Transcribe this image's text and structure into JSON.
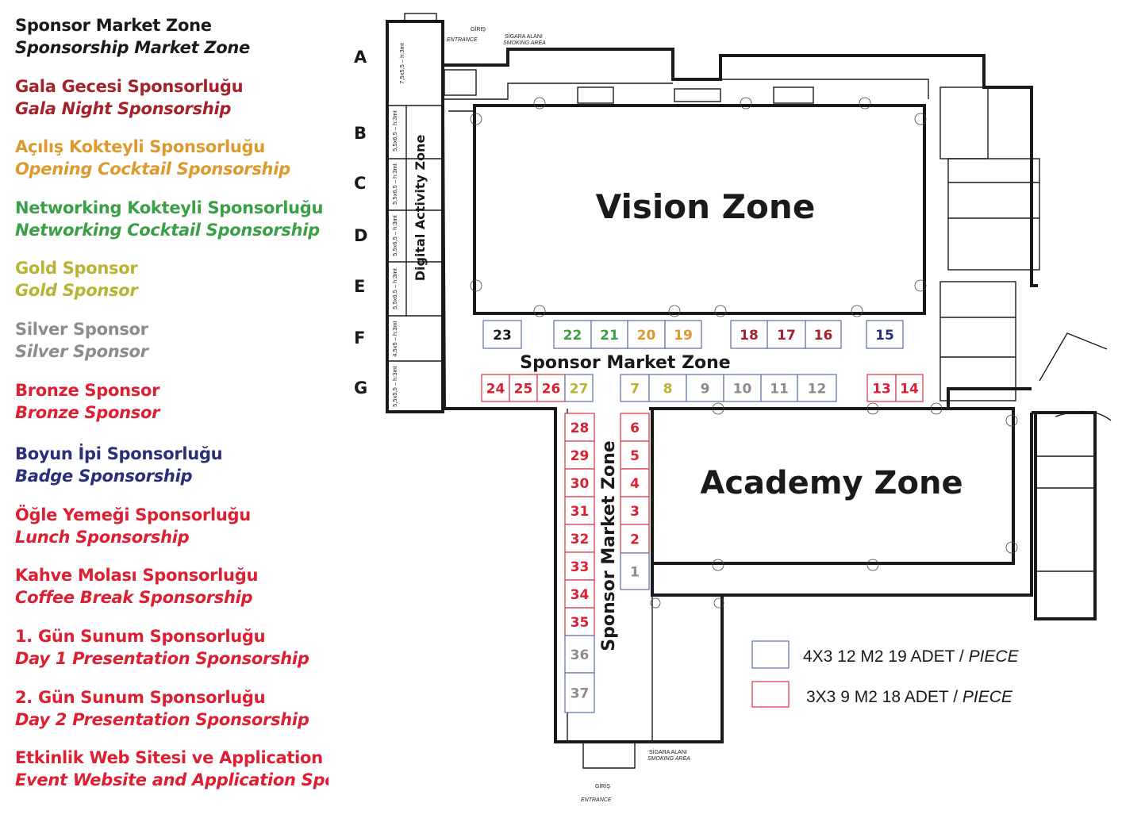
{
  "colors": {
    "dark": "#1a1a1a",
    "gala": "#a3222c",
    "opening": "#dc9a2e",
    "networking": "#3aa046",
    "gold": "#b9b331",
    "silver": "#8c8c8c",
    "red": "#dc1f32",
    "navy": "#2a2f7a",
    "booth_border_blue": "#5a6fa8",
    "booth_border_red": "#d93040"
  },
  "legend": [
    {
      "tr": "Sponsor Market Zone",
      "en": "Sponsorship Market Zone",
      "color": "#1a1a1a"
    },
    {
      "tr": "Gala Gecesi Sponsorluğu",
      "en": "Gala Night Sponsorship",
      "color": "#a3222c"
    },
    {
      "tr": "Açılış Kokteyli Sponsorluğu",
      "en": "Opening Cocktail Sponsorship",
      "color": "#dc9a2e"
    },
    {
      "tr": "Networking Kokteyli Sponsorluğu",
      "en": "Networking Cocktail Sponsorship",
      "color": "#3aa046"
    },
    {
      "tr": "Gold Sponsor",
      "en": "Gold Sponsor",
      "color": "#b9b331"
    },
    {
      "tr": "Silver Sponsor",
      "en": "Silver Sponsor",
      "color": "#8c8c8c"
    },
    {
      "tr": "Bronze Sponsor",
      "en": "Bronze Sponsor",
      "color": "#dc1f32"
    },
    {
      "tr": "Boyun İpi Sponsorluğu",
      "en": "Badge Sponsorship",
      "color": "#2a2f7a"
    },
    {
      "tr": "Öğle Yemeği Sponsorluğu",
      "en": "Lunch  Sponsorship",
      "color": "#dc1f32"
    },
    {
      "tr": "Kahve Molası Sponsorluğu",
      "en": "Coffee Break Sponsorship",
      "color": "#dc1f32"
    },
    {
      "tr": "1. Gün Sunum Sponsorluğu",
      "en": "Day 1 Presentation  Sponsorship",
      "color": "#dc1f32"
    },
    {
      "tr": "2. Gün Sunum Sponsorluğu",
      "en": "Day 2 Presentation Sponsorship",
      "color": "#dc1f32"
    },
    {
      "tr": "Etkinlik Web Sitesi ve Application Sponsorluğu",
      "en": "Event Website and Application Sponsorship",
      "color": "#dc1f32"
    }
  ],
  "zones": {
    "vision": "Vision Zone",
    "academy": "Academy Zone",
    "market_h": "Sponsor Market Zone",
    "market_v": "Sponsor Market Zone",
    "digital": "Digital Activity Zone"
  },
  "row_letters": [
    "A",
    "B",
    "C",
    "D",
    "E",
    "F",
    "G"
  ],
  "digital_sizes": [
    "7,5x5,5 – h:3mt",
    "5,5x6,5 – h:3mt",
    "5,5x6,5 – h:3mt",
    "5,5x6,5 – h:3mt",
    "5,5x6,5 – h:3mt",
    "4,5x5 – h:3mt",
    "5,5x5,5 – h:3mt"
  ],
  "entrance_top": {
    "tr": "GİRİŞ",
    "en": "ENTRANCE",
    "smoking_tr": "SİGARA ALANI",
    "smoking_en": "SMOKING AREA"
  },
  "entrance_bottom": {
    "tr": "GİRİŞ",
    "en": "ENTRANCE",
    "smoking_tr": "SİGARA ALANI",
    "smoking_en": "SMOKING AREA"
  },
  "booths": [
    {
      "n": "23",
      "c": "#1a1a1a",
      "b": "#5a6fa8"
    },
    {
      "n": "22",
      "c": "#3aa046",
      "b": "#5a6fa8"
    },
    {
      "n": "21",
      "c": "#3aa046",
      "b": "#5a6fa8"
    },
    {
      "n": "20",
      "c": "#dc9a2e",
      "b": "#5a6fa8"
    },
    {
      "n": "19",
      "c": "#dc9a2e",
      "b": "#5a6fa8"
    },
    {
      "n": "18",
      "c": "#a3222c",
      "b": "#5a6fa8"
    },
    {
      "n": "17",
      "c": "#a3222c",
      "b": "#5a6fa8"
    },
    {
      "n": "16",
      "c": "#a3222c",
      "b": "#5a6fa8"
    },
    {
      "n": "15",
      "c": "#2a2f7a",
      "b": "#5a6fa8"
    },
    {
      "n": "24",
      "c": "#dc1f32",
      "b": "#d93040"
    },
    {
      "n": "25",
      "c": "#dc1f32",
      "b": "#d93040"
    },
    {
      "n": "26",
      "c": "#dc1f32",
      "b": "#d93040"
    },
    {
      "n": "27",
      "c": "#b9b331",
      "b": "#5a6fa8"
    },
    {
      "n": "7",
      "c": "#b9b331",
      "b": "#5a6fa8"
    },
    {
      "n": "8",
      "c": "#b9b331",
      "b": "#5a6fa8"
    },
    {
      "n": "9",
      "c": "#8c8c8c",
      "b": "#5a6fa8"
    },
    {
      "n": "10",
      "c": "#8c8c8c",
      "b": "#5a6fa8"
    },
    {
      "n": "11",
      "c": "#8c8c8c",
      "b": "#5a6fa8"
    },
    {
      "n": "12",
      "c": "#8c8c8c",
      "b": "#5a6fa8"
    },
    {
      "n": "13",
      "c": "#dc1f32",
      "b": "#d93040"
    },
    {
      "n": "14",
      "c": "#dc1f32",
      "b": "#d93040"
    },
    {
      "n": "28",
      "c": "#dc1f32",
      "b": "#d93040"
    },
    {
      "n": "29",
      "c": "#dc1f32",
      "b": "#d93040"
    },
    {
      "n": "30",
      "c": "#dc1f32",
      "b": "#d93040"
    },
    {
      "n": "31",
      "c": "#dc1f32",
      "b": "#d93040"
    },
    {
      "n": "32",
      "c": "#dc1f32",
      "b": "#d93040"
    },
    {
      "n": "33",
      "c": "#dc1f32",
      "b": "#d93040"
    },
    {
      "n": "34",
      "c": "#dc1f32",
      "b": "#d93040"
    },
    {
      "n": "35",
      "c": "#dc1f32",
      "b": "#d93040"
    },
    {
      "n": "36",
      "c": "#8c8c8c",
      "b": "#5a6fa8"
    },
    {
      "n": "37",
      "c": "#8c8c8c",
      "b": "#5a6fa8"
    },
    {
      "n": "6",
      "c": "#dc1f32",
      "b": "#d93040"
    },
    {
      "n": "5",
      "c": "#dc1f32",
      "b": "#d93040"
    },
    {
      "n": "4",
      "c": "#dc1f32",
      "b": "#d93040"
    },
    {
      "n": "3",
      "c": "#dc1f32",
      "b": "#d93040"
    },
    {
      "n": "2",
      "c": "#dc1f32",
      "b": "#d93040"
    },
    {
      "n": "1",
      "c": "#8c8c8c",
      "b": "#5a6fa8"
    }
  ],
  "key": [
    {
      "text": "4X3 12 M2  19 ADET / ",
      "italic": "PIECE",
      "border": "#5a6fa8"
    },
    {
      "text": "3X3 9 M2  18 ADET / ",
      "italic": "PIECE",
      "border": "#d93040"
    }
  ]
}
